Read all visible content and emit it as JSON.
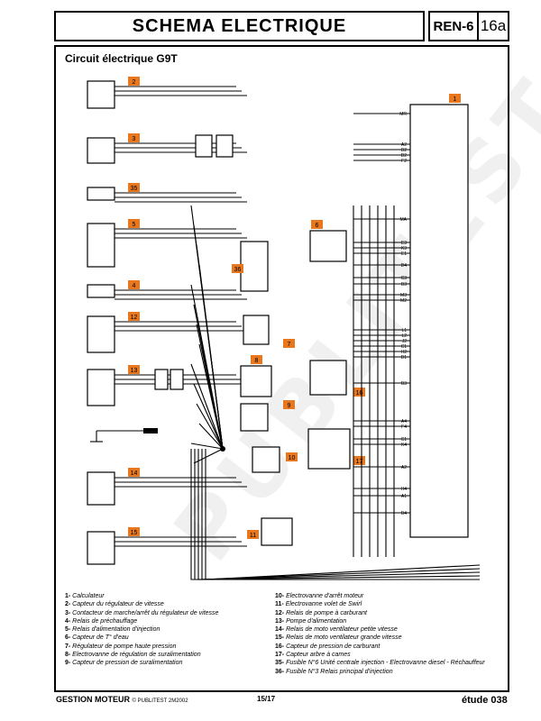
{
  "header": {
    "title": "SCHEMA ELECTRIQUE",
    "code": "REN-6",
    "page": "16a"
  },
  "diagram": {
    "title": "Circuit électrique G9T",
    "component_numbers": [
      "1",
      "2",
      "3",
      "35",
      "5",
      "6",
      "4",
      "36",
      "12",
      "7",
      "13",
      "8",
      "16",
      "9",
      "10",
      "17",
      "14",
      "11",
      "15"
    ],
    "connector_codes": [
      "MR",
      "A2",
      "B2",
      "D2",
      "F2",
      "MA",
      "E3",
      "K3",
      "E1",
      "D4",
      "C3",
      "B3",
      "M3",
      "M2",
      "L1",
      "L2",
      "J2",
      "C1",
      "H2",
      "D1",
      "B3",
      "A4",
      "F4",
      "C1",
      "K4",
      "A2",
      "H4",
      "A1",
      "B4"
    ]
  },
  "legend_left": [
    {
      "num": "1-",
      "text": "Calculateur"
    },
    {
      "num": "2-",
      "text": "Capteur du régulateur de vitesse"
    },
    {
      "num": "3-",
      "text": "Contacteur de marche/arrêt du régulateur de vitesse"
    },
    {
      "num": "4-",
      "text": "Relais de préchauffage"
    },
    {
      "num": "5-",
      "text": "Relais d'alimentation d'injection"
    },
    {
      "num": "6-",
      "text": "Capteur de T° d'eau"
    },
    {
      "num": "7-",
      "text": "Régulateur de pompe haute pression"
    },
    {
      "num": "8-",
      "text": "Electrovanne de régulation de suralimentation"
    },
    {
      "num": "9-",
      "text": "Capteur de pression de suralimentation"
    }
  ],
  "legend_right": [
    {
      "num": "10-",
      "text": "Electrovanne d'arrêt moteur"
    },
    {
      "num": "11-",
      "text": "Electrovanne volet de Swirl"
    },
    {
      "num": "12-",
      "text": "Relais de pompe à carburant"
    },
    {
      "num": "13-",
      "text": "Pompe d'alimentation"
    },
    {
      "num": "14-",
      "text": "Relais de moto ventilateur petite vitesse"
    },
    {
      "num": "15-",
      "text": "Relais de moto ventilateur grande vitesse"
    },
    {
      "num": "16-",
      "text": "Capteur de pression de carburant"
    },
    {
      "num": "17-",
      "text": "Capteur arbre à cames"
    },
    {
      "num": "35-",
      "text": "Fusible N°6 Unité centrale injection - Electrovanne diesel - Réchauffeur"
    },
    {
      "num": "36-",
      "text": "Fusible N°3 Relais principal d'injection"
    }
  ],
  "footer": {
    "left": "GESTION MOTEUR",
    "copyright": "© PUBLITEST 2M2002",
    "middle": "15/17",
    "right_label": "étude",
    "right_num": "038"
  },
  "watermark": "PUBLITEST",
  "colors": {
    "tag": "#e8771e",
    "line": "#000000"
  }
}
